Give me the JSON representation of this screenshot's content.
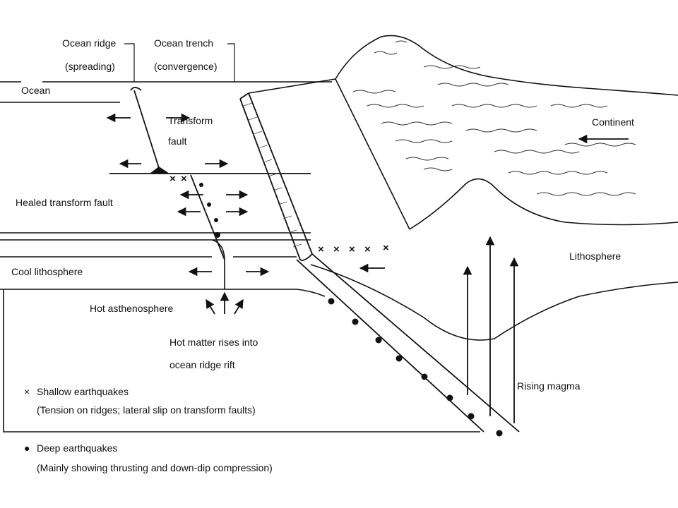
{
  "labels": {
    "ocean_ridge": "Ocean ridge",
    "ocean_ridge_sub": "(spreading)",
    "ocean_trench": "Ocean trench",
    "ocean_trench_sub": "(convergence)",
    "ocean": "Ocean",
    "transform_fault": "Transform",
    "transform_fault_2": "fault",
    "continent": "Continent",
    "healed_transform_fault": "Healed transform fault",
    "lithosphere": "Lithosphere",
    "cool_lithosphere": "Cool lithosphere",
    "hot_asthenosphere": "Hot asthenosphere",
    "hot_matter_1": "Hot matter rises into",
    "hot_matter_2": "ocean ridge rift",
    "rising_magma": "Rising magma"
  },
  "legend": {
    "shallow_symbol": "×",
    "shallow_title": "Shallow earthquakes",
    "shallow_desc": "(Tension on ridges; lateral slip on transform faults)",
    "deep_symbol": "●",
    "deep_title": "Deep earthquakes",
    "deep_desc": "(Mainly showing thrusting and down-dip compression)"
  }
}
